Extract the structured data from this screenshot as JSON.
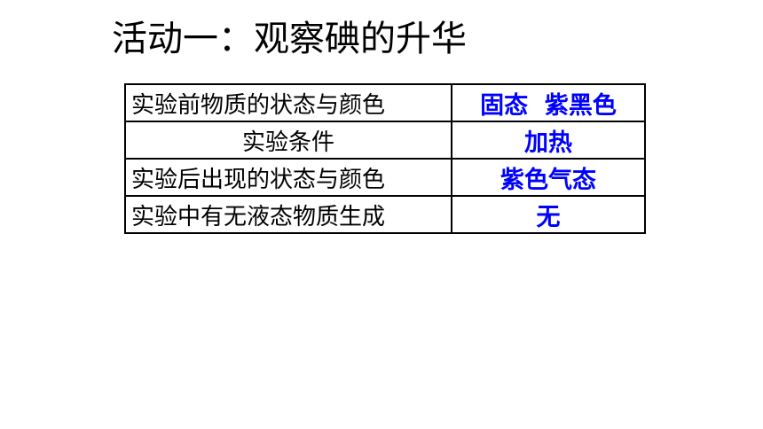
{
  "title": "活动一：观察碘的升华",
  "table": {
    "rows": [
      {
        "label": "实验前物质的状态与颜色",
        "value": "固态  紫黑色"
      },
      {
        "label": "实验条件",
        "value": "加热"
      },
      {
        "label": "实验后出现的状态与颜色",
        "value": "紫色气态"
      },
      {
        "label": "实验中有无液态物质生成",
        "value": "无"
      }
    ]
  },
  "colors": {
    "answer_text": "#0000ff",
    "label_text": "#000000",
    "border": "#000000"
  }
}
